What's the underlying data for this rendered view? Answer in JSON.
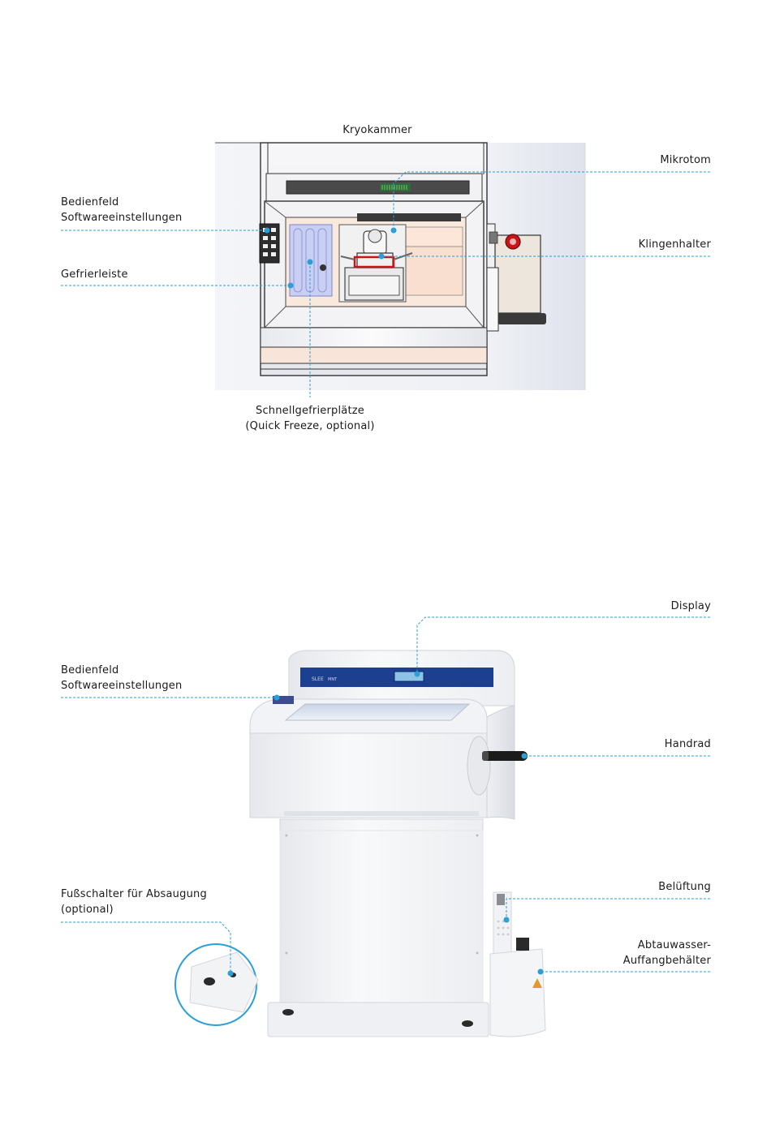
{
  "figure1": {
    "labels": {
      "kryokammer": "Kryokammer",
      "mikrotom": "Mikrotom",
      "bedienfeld_line1": "Bedienfeld",
      "bedienfeld_line2": "Softwareeinstellungen",
      "klingenhalter": "Klingenhalter",
      "gefrierleiste": "Gefrierleiste",
      "schnell_line1": "Schnellgefrierplätze",
      "schnell_line2": "(Quick Freeze, optional)"
    }
  },
  "figure2": {
    "labels": {
      "display": "Display",
      "bedienfeld_line1": "Bedienfeld",
      "bedienfeld_line2": "Softwareeinstellungen",
      "handrad": "Handrad",
      "fuss_line1": "Fußschalter für Absaugung",
      "fuss_line2": "(optional)",
      "belueftung": "Belüftung",
      "abtau_line1": "Abtauwasser-",
      "abtau_line2": "Auffangbehälter"
    },
    "device_brand": "SLEE",
    "device_model": "MNT"
  },
  "colors": {
    "callout": "#2a9fd8",
    "device_panel": "#1d3f8f",
    "outline": "#333333"
  }
}
